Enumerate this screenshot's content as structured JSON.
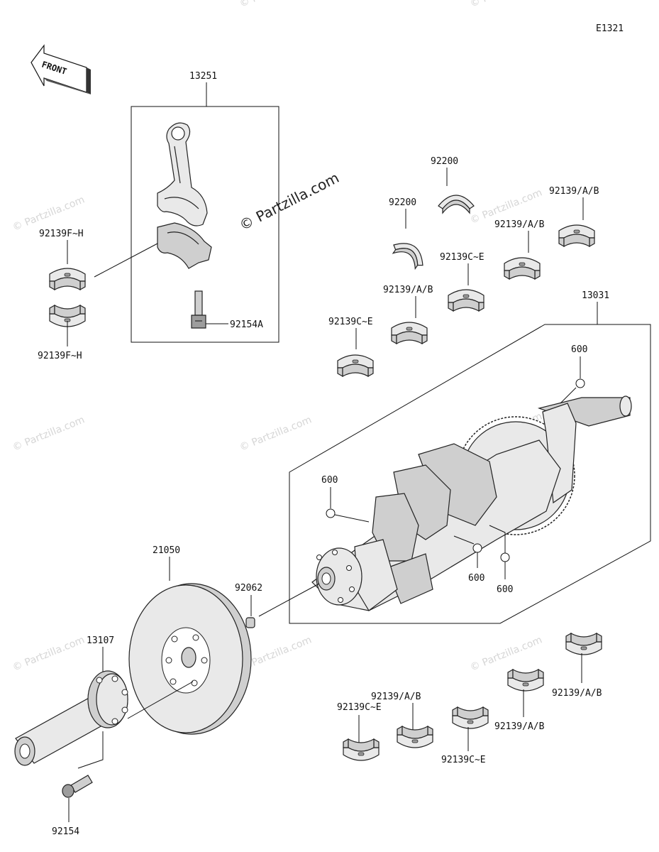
{
  "diagram_code": "E1321",
  "front_arrow": {
    "label": "FRONT"
  },
  "watermark": {
    "big": "© Partzilla.com",
    "small": "© Partzilla.com"
  },
  "labels": {
    "p13251": "13251",
    "p92139FH_top": "92139F~H",
    "p92139FH_bottom": "92139F~H",
    "p92154A": "92154A",
    "p92200_a": "92200",
    "p92200_b": "92200",
    "p92139AB_1": "92139/A/B",
    "p92139AB_2": "92139/A/B",
    "p92139CE_1": "92139C~E",
    "p92139AB_3": "92139/A/B",
    "p92139CE_2": "92139C~E",
    "p13031": "13031",
    "p600_a": "600",
    "p600_b": "600",
    "p600_c": "600",
    "p600_d": "600",
    "p21050": "21050",
    "p92062": "92062",
    "p13107": "13107",
    "p92154": "92154",
    "p92139CE_3": "92139C~E",
    "p92139AB_4": "92139/A/B",
    "p92139CE_4": "92139C~E",
    "p92139AB_5": "92139/A/B",
    "p92139AB_6": "92139/A/B"
  }
}
